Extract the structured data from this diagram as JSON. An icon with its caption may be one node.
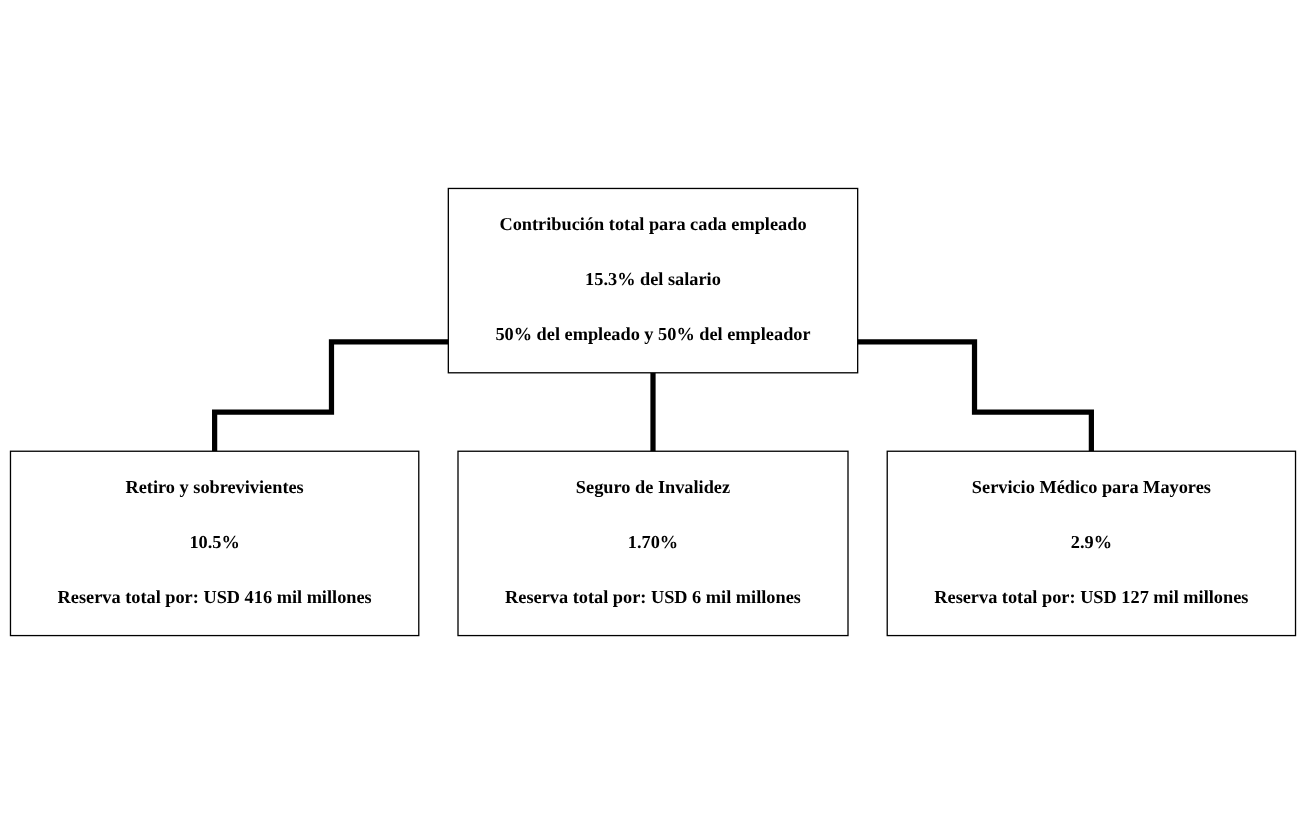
{
  "diagram": {
    "nodes": [
      {
        "text": [
          "Contribución total para cada empleado",
          "15.3% del salario",
          "50% del empleado y 50% del empleador"
        ]
      },
      {
        "text": [
          "Retiro y sobrevivientes",
          "10.5%",
          "Reserva total por: USD 416 mil millones"
        ]
      },
      {
        "text": [
          "Seguro de Invalidez",
          "1.70%",
          "Reserva total por: USD 6 mil millones"
        ]
      },
      {
        "text": [
          "Servicio Médico para Mayores",
          "2.9%",
          "Reserva total por: USD 127 mil millones"
        ]
      }
    ],
    "edges": [
      {
        "from": 0,
        "to": 1,
        "arrow": "none"
      },
      {
        "from": 0,
        "to": 2,
        "arrow": "none"
      },
      {
        "from": 0,
        "to": 3,
        "arrow": "none"
      }
    ]
  }
}
